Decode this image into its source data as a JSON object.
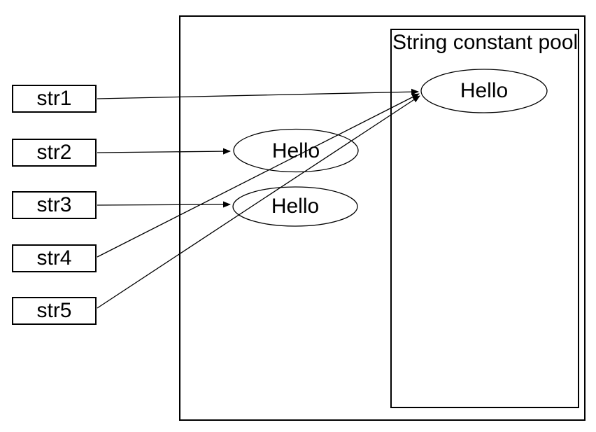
{
  "diagram": {
    "colors": {
      "stroke": "#000000",
      "text": "#000000",
      "background": "#ffffff"
    },
    "references": [
      {
        "label": "str1",
        "points_to": "pool-hello"
      },
      {
        "label": "str2",
        "points_to": "heap-hello-1"
      },
      {
        "label": "str3",
        "points_to": "heap-hello-2"
      },
      {
        "label": "str4",
        "points_to": "pool-hello"
      },
      {
        "label": "str5",
        "points_to": "pool-hello"
      }
    ],
    "heap": {
      "objects": [
        {
          "id": "heap-hello-1",
          "value": "Hello"
        },
        {
          "id": "heap-hello-2",
          "value": "Hello"
        }
      ]
    },
    "pool": {
      "title": "String constant pool",
      "objects": [
        {
          "id": "pool-hello",
          "value": "Hello"
        }
      ]
    }
  }
}
